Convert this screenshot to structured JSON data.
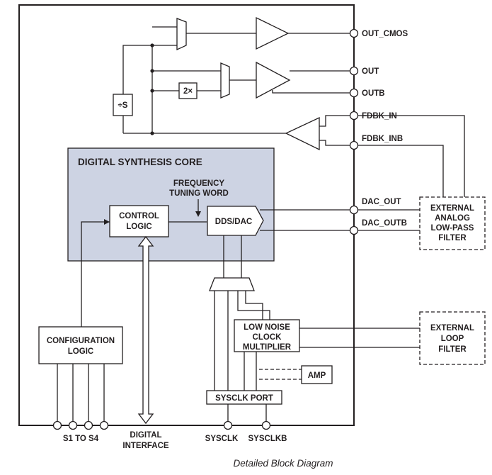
{
  "diagram": {
    "core_title": "DIGITAL SYNTHESIS CORE",
    "blocks": {
      "divider": "÷S",
      "doubler": "2×",
      "ftw_line1": "FREQUENCY",
      "ftw_line2": "TUNING WORD",
      "control_line1": "CONTROL",
      "control_line2": "LOGIC",
      "dds_dac": "DDS/DAC",
      "config_line1": "CONFIGURATION",
      "config_line2": "LOGIC",
      "clock_mult_line1": "LOW NOISE",
      "clock_mult_line2": "CLOCK",
      "clock_mult_line3": "MULTIPLIER",
      "amp": "AMP",
      "sysclk_port": "SYSCLK PORT"
    },
    "pins": {
      "out_cmos": "OUT_CMOS",
      "out": "OUT",
      "outb": "OUTB",
      "fdbk_in": "FDBK_IN",
      "fdbk_inb": "FDBK_INB",
      "dac_out": "DAC_OUT",
      "dac_outb": "DAC_OUTB",
      "s1_s4": "S1 TO S4",
      "digital_line1": "DIGITAL",
      "digital_line2": "INTERFACE",
      "sysclk": "SYSCLK",
      "sysclkb": "SYSCLKB"
    },
    "external": {
      "filter_line1": "EXTERNAL",
      "filter_line2": "ANALOG",
      "filter_line3": "LOW-PASS",
      "filter_line4": "FILTER",
      "loop_line1": "EXTERNAL",
      "loop_line2": "LOOP",
      "loop_line3": "FILTER"
    },
    "caption": "Detailed Block Diagram",
    "colors": {
      "core_fill": "#cdd3e3",
      "line": "#231f20"
    }
  }
}
